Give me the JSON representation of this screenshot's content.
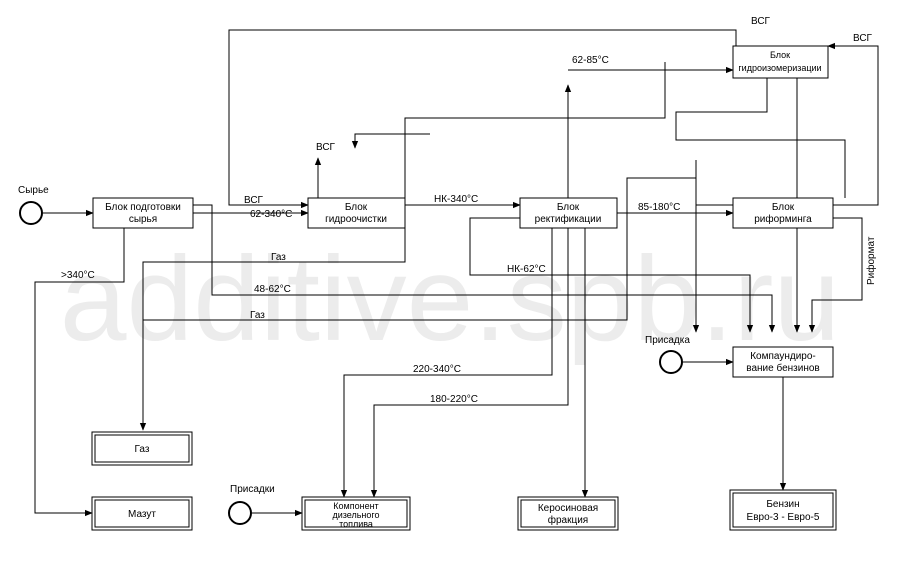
{
  "watermark": "additive.spb.ru",
  "blocks": {
    "prep": [
      "Блок подготовки",
      "сырья"
    ],
    "hydrotreat": [
      "Блок",
      "гидроочистки"
    ],
    "rect": [
      "Блок",
      "ректификации"
    ],
    "isom": [
      "Блок",
      "гидроизомеризации"
    ],
    "reform": [
      "Блок",
      "риформинга"
    ],
    "blend": [
      "Компаундиро-",
      "вание бензинов"
    ]
  },
  "products": {
    "gas": [
      "Газ"
    ],
    "mazut": [
      "Мазут"
    ],
    "diesel": [
      "Компонент",
      "дизельного",
      "топлива"
    ],
    "kerosene": [
      "Керосиновая",
      "фракция"
    ],
    "gasoline": [
      "Бензин",
      "Евро-3 - Евро-5"
    ]
  },
  "labels": {
    "feed": "Сырье",
    "additives": "Присадки",
    "additive": "Присадка",
    "vsg": "ВСГ",
    "gas": "Газ",
    "t_62_340": "62-340°С",
    "t_gt340": ">340°С",
    "t_48_62": "48-62°С",
    "t_nk_340": "НК-340°С",
    "t_nk_62": "НК-62°С",
    "t_62_85": "62-85°С",
    "t_85_180": "85-180°С",
    "t_220_340": "220-340°С",
    "t_180_220": "180-220°С",
    "reformate": "Риформат"
  }
}
